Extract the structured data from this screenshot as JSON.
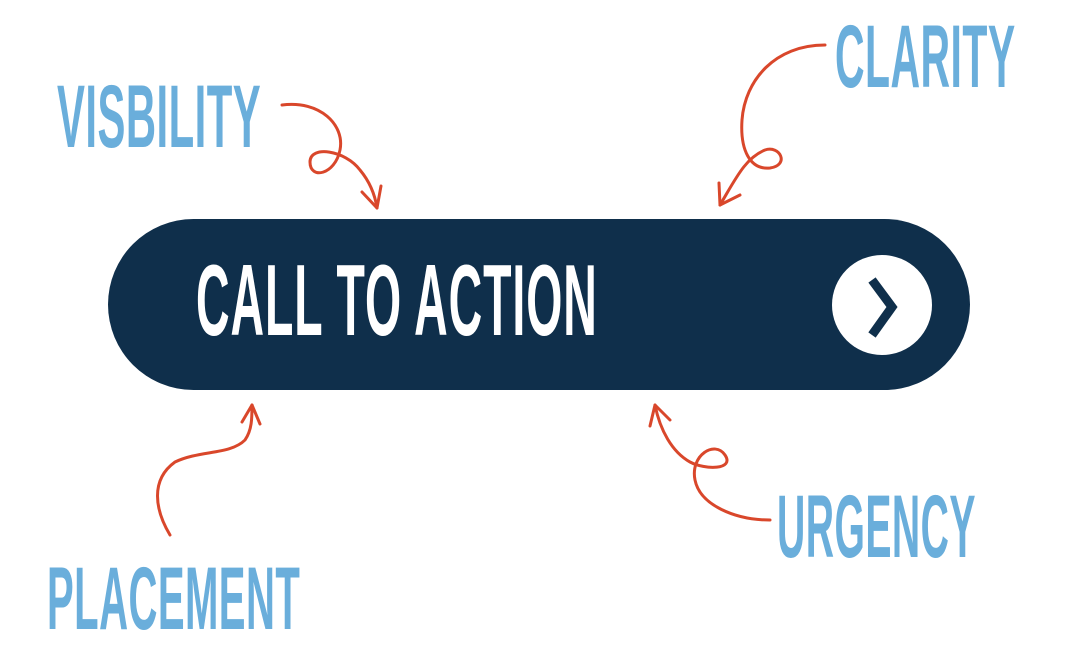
{
  "button": {
    "label": "CALL TO ACTION",
    "icon": "chevron-right-icon"
  },
  "labels": {
    "visibility": "VISBILITY",
    "clarity": "CLARITY",
    "placement": "PLACEMENT",
    "urgency": "URGENCY"
  },
  "colors": {
    "label": "#6aaedb",
    "arrow": "#d9472b",
    "button": "#0f2f4b"
  }
}
